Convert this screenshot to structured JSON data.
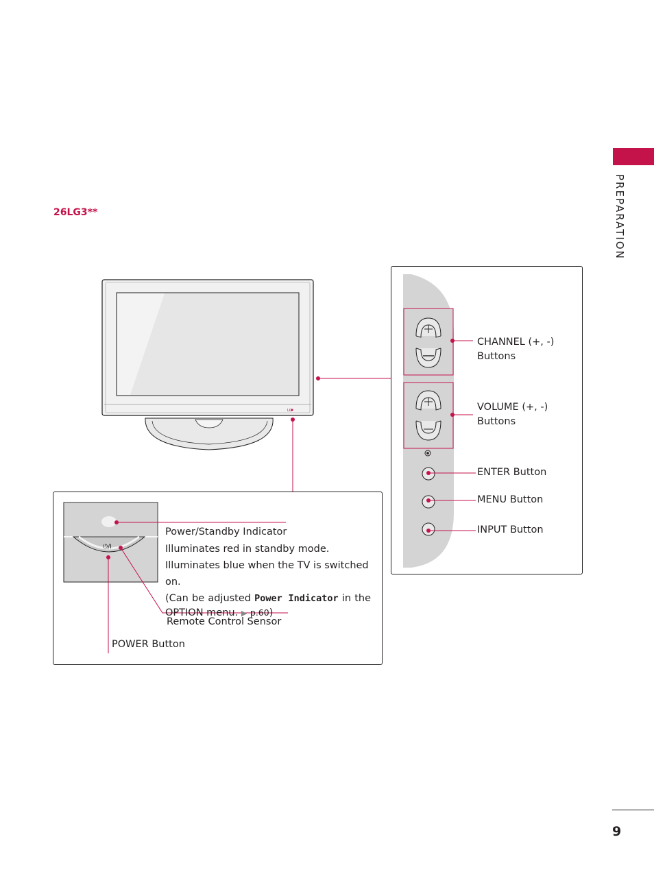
{
  "section_tab": {
    "label": "PREPARATION",
    "color": "#c4124a"
  },
  "model": {
    "label": "26LG3**"
  },
  "side_panel": {
    "channel_label_line1": "CHANNEL (+, -)",
    "channel_label_line2": "Buttons",
    "volume_label_line1": "VOLUME (+, -)",
    "volume_label_line2": "Buttons",
    "enter_label": "ENTER Button",
    "menu_label": "MENU Button",
    "input_label": "INPUT Button"
  },
  "front_panel": {
    "power_standby_label": "Power/Standby Indicator",
    "desc_line1": "Illuminates red in standby mode.",
    "desc_line2": "Illuminates blue when the TV is switched on.",
    "desc_line3_a": "(Can be adjusted ",
    "desc_line3_kw": "Power Indicator",
    "desc_line3_b": " in the",
    "desc_line4_a": "OPTION menu. ",
    "desc_line4_ref": "p.60",
    "desc_line4_b": ")",
    "remote_sensor_label": "Remote Control Sensor",
    "power_button_label": "POWER Button",
    "power_symbol": "⏻/I"
  },
  "tv": {
    "logo_text": "LG"
  },
  "page": {
    "number": "9"
  },
  "colors": {
    "accent": "#c4124a",
    "text": "#231f20",
    "panel_gray": "#d4d4d5"
  }
}
